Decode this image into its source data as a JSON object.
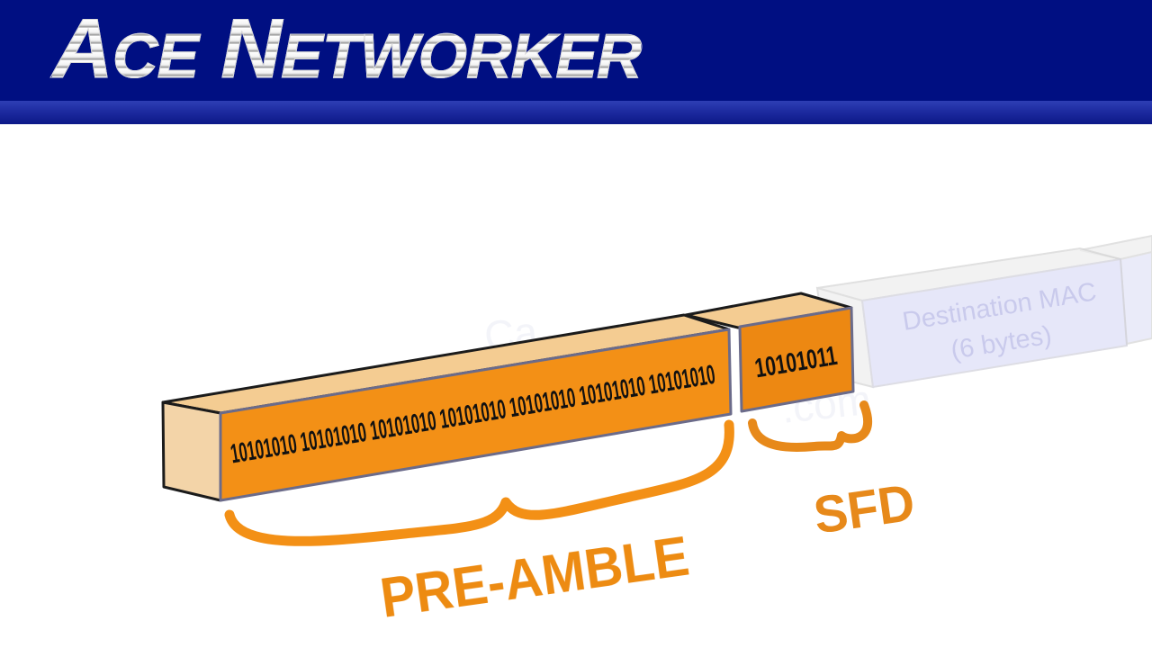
{
  "header": {
    "logo_text_1_initial": "A",
    "logo_text_1_rest": "CE",
    "logo_text_2_initial": "N",
    "logo_text_2_rest": "ETWORKER"
  },
  "colors": {
    "banner": "#000f82",
    "orange": "#f39016",
    "label_orange": "#ed8b12",
    "box_top": "#f4cc92",
    "box_side": "#f3d4a8",
    "faded_box": "#dedff8"
  },
  "diagram": {
    "preamble_bits": "10101010 10101010 10101010 10101010 10101010 10101010 10101010",
    "sfd_bits": "10101011",
    "preamble_label": "PRE-AMBLE",
    "sfd_label": "SFD",
    "dest_mac_line1": "Destination MAC",
    "dest_mac_line2": "(6 bytes)"
  }
}
